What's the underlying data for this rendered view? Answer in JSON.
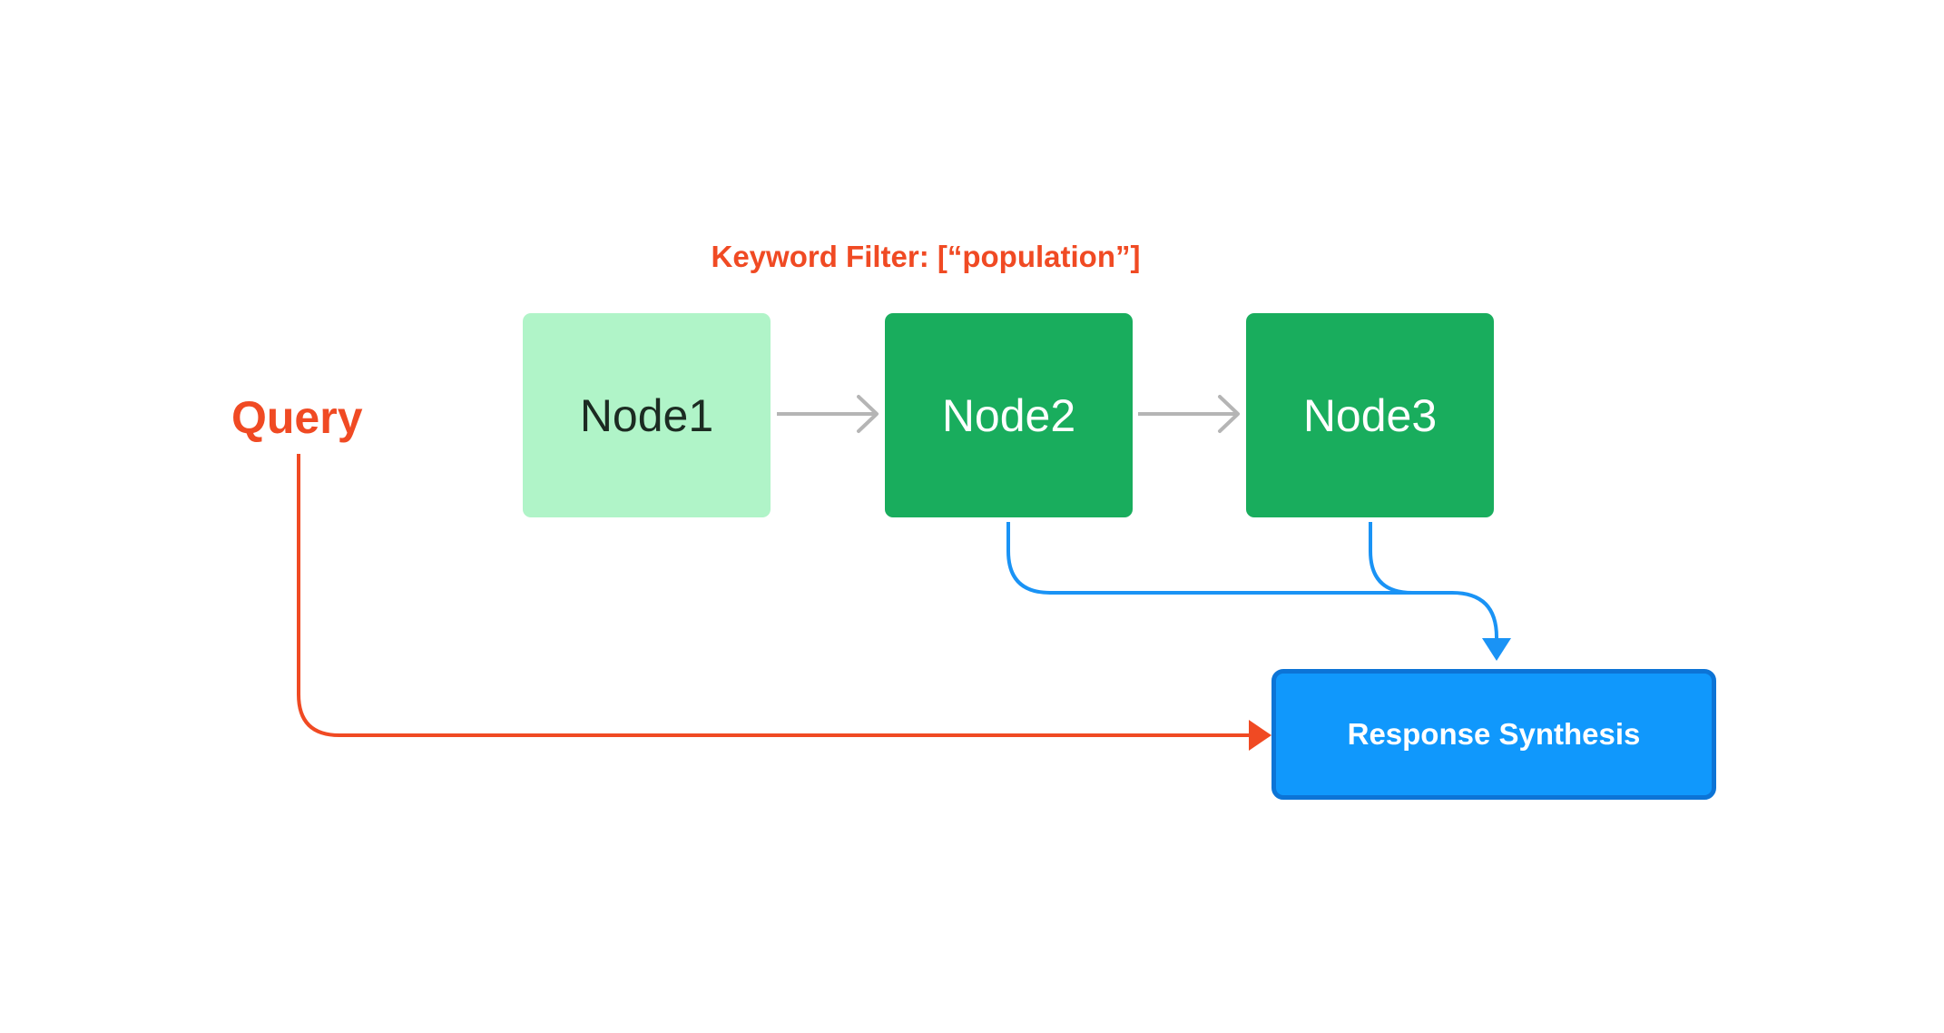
{
  "query": {
    "label": "Query"
  },
  "filter": {
    "label": "Keyword Filter: [“population”]"
  },
  "nodes": [
    {
      "label": "Node1",
      "status": "filtered-out"
    },
    {
      "label": "Node2",
      "status": "kept"
    },
    {
      "label": "Node3",
      "status": "kept"
    }
  ],
  "synthesis": {
    "label": "Response Synthesis"
  },
  "colors": {
    "query": "#f04a23",
    "node_filtered": "#b0f4c8",
    "node_kept": "#19ad5d",
    "synthesis_fill": "#1098fc",
    "synthesis_border": "#0c74d6",
    "chain_arrow": "#b5b5b5",
    "retrieval_arrow": "#1a93f5"
  },
  "edges": [
    {
      "from": "Node1",
      "to": "Node2",
      "style": "gray-arrow"
    },
    {
      "from": "Node2",
      "to": "Node3",
      "style": "gray-arrow"
    },
    {
      "from": "Node2",
      "to": "Response Synthesis",
      "style": "blue-arrow"
    },
    {
      "from": "Node3",
      "to": "Response Synthesis",
      "style": "blue-arrow"
    },
    {
      "from": "Query",
      "to": "Response Synthesis",
      "style": "red-arrow"
    }
  ]
}
